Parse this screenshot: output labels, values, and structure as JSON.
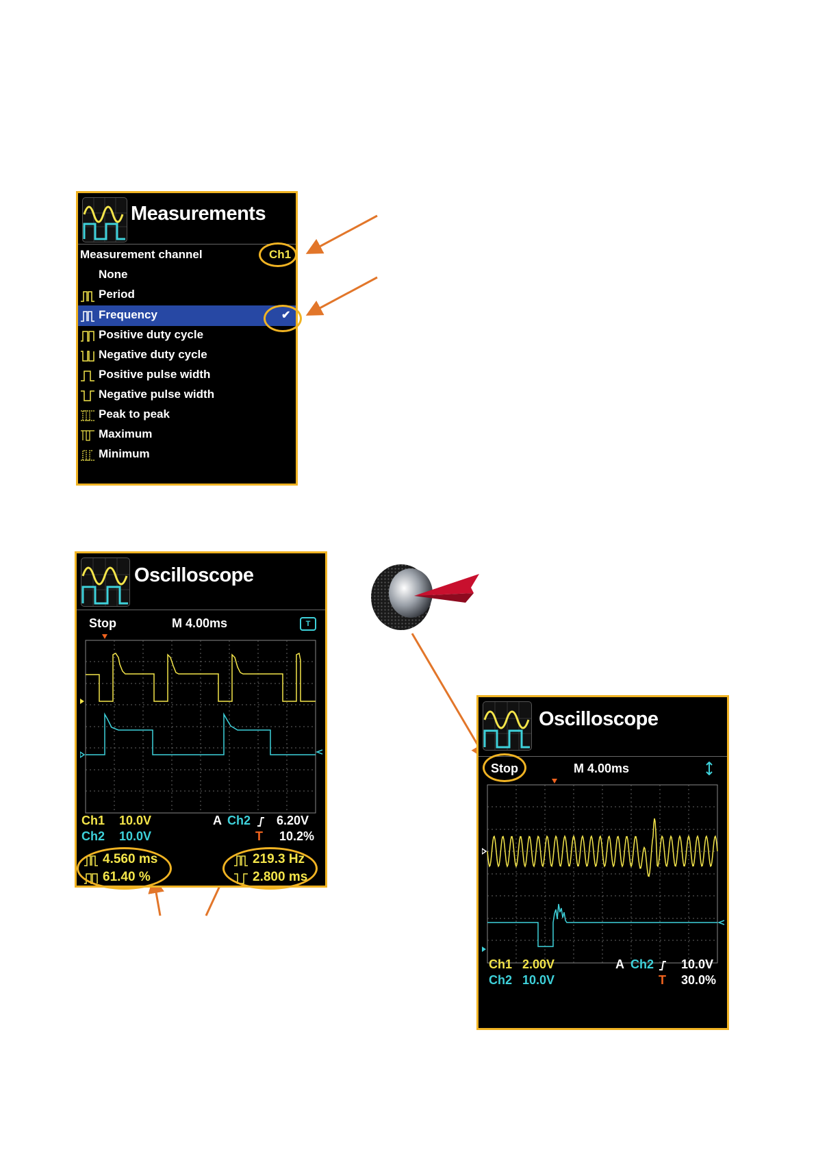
{
  "measurements": {
    "title": "Measurements",
    "channel_label": "Measurement channel",
    "channel_value": "Ch1",
    "items": [
      {
        "label": "None",
        "icon": "none-icon"
      },
      {
        "label": "Period",
        "icon": "period-icon"
      },
      {
        "label": "Frequency",
        "icon": "frequency-icon",
        "selected": true
      },
      {
        "label": "Positive duty cycle",
        "icon": "positive-duty-cycle-icon"
      },
      {
        "label": "Negative duty cycle",
        "icon": "negative-duty-cycle-icon"
      },
      {
        "label": "Positive pulse width",
        "icon": "positive-pulse-width-icon"
      },
      {
        "label": "Negative pulse width",
        "icon": "negative-pulse-width-icon"
      },
      {
        "label": "Peak to peak",
        "icon": "peak-to-peak-icon"
      },
      {
        "label": "Maximum",
        "icon": "maximum-icon"
      },
      {
        "label": "Minimum",
        "icon": "minimum-icon"
      }
    ],
    "check": "✔"
  },
  "scope1": {
    "title": "Oscilloscope",
    "state": "Stop",
    "timebase": "M 4.00ms",
    "ch1_label": "Ch1",
    "ch1_scale": "10.0V",
    "ch2_label": "Ch2",
    "ch2_scale": "10.0V",
    "trigger_mode": "A",
    "trigger_source": "Ch2",
    "trigger_level": "6.20V",
    "trigger_pos_label": "T",
    "trigger_pos": "10.2%",
    "period": "4.560 ms",
    "pos_duty": "61.40 %",
    "frequency": "219.3 Hz",
    "neg_width": "2.800 ms"
  },
  "scope2": {
    "title": "Oscilloscope",
    "state": "Stop",
    "timebase": "M 4.00ms",
    "ch1_label": "Ch1",
    "ch1_scale": "2.00V",
    "ch2_label": "Ch2",
    "ch2_scale": "10.0V",
    "trigger_mode": "A",
    "trigger_source": "Ch2",
    "trigger_level": "10.0V",
    "trigger_pos_label": "T",
    "trigger_pos": "30.0%"
  },
  "colors": {
    "ch1": "#f4e54a",
    "ch2": "#3ed1da",
    "accent": "#f0b323",
    "arrow": "#e2762a",
    "selection": "#2748a4"
  }
}
